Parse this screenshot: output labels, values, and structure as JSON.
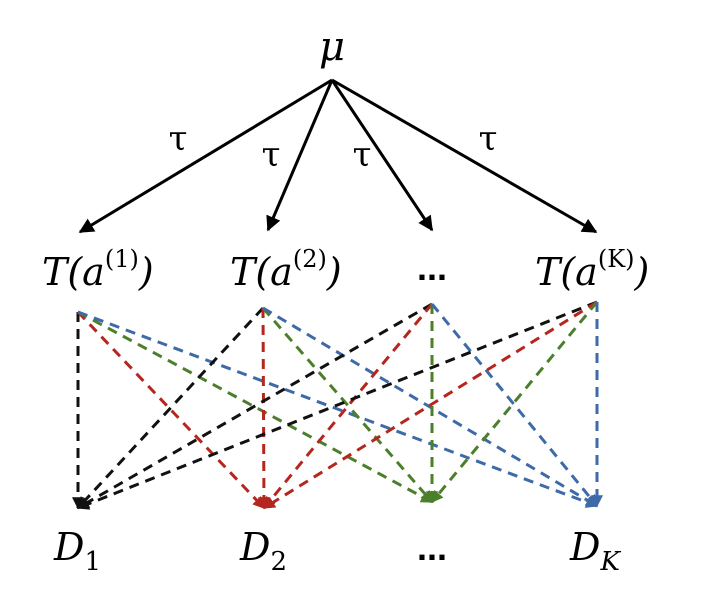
{
  "root": {
    "symbol": "μ"
  },
  "edge_labels": [
    "τ",
    "τ",
    "τ",
    "τ"
  ],
  "transform_nodes": [
    {
      "base": "T(a",
      "superscript": "(1)",
      "close": ")"
    },
    {
      "base": "T(a",
      "superscript": "(2)",
      "close": ")"
    },
    {
      "ellipsis": "..."
    },
    {
      "base": "T(a",
      "superscript": "(K)",
      "close": ")"
    }
  ],
  "target_nodes": [
    {
      "base": "D",
      "subscript": "1"
    },
    {
      "base": "D",
      "subscript": "2"
    },
    {
      "ellipsis": "..."
    },
    {
      "base": "D",
      "subscript": "K"
    }
  ],
  "colors": {
    "solid_edges": "#000000",
    "target_colors": [
      "#111111",
      "#b5261e",
      "#4b7f2a",
      "#3e6aa8"
    ]
  }
}
